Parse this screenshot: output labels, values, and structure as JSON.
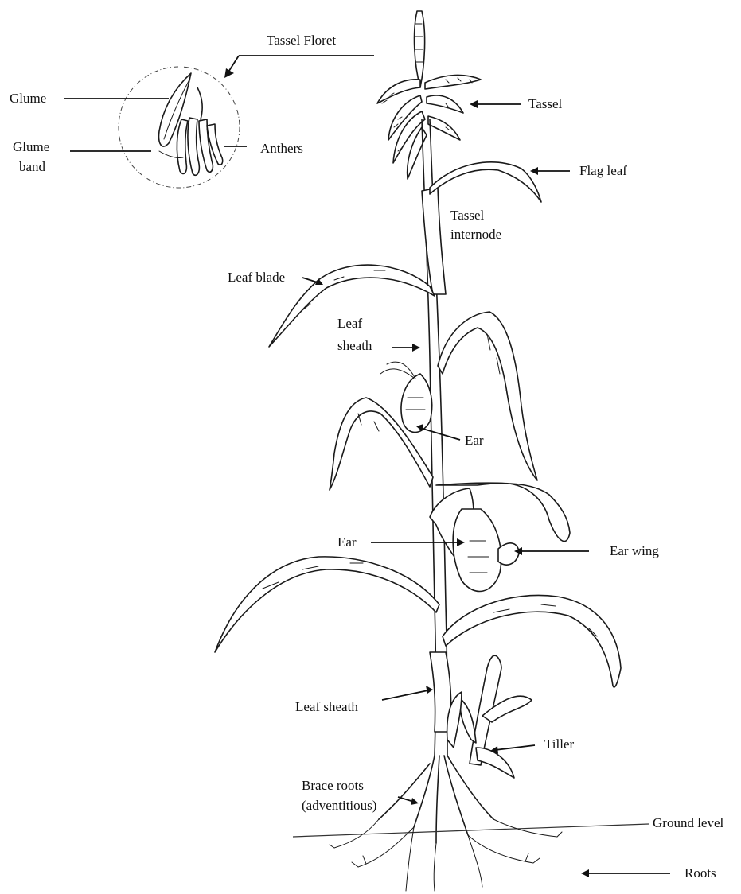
{
  "labels": {
    "tassel_floret": "Tassel Floret",
    "glume": "Glume",
    "glume_band_line1": "Glume",
    "glume_band_line2": "band",
    "anthers": "Anthers",
    "tassel": "Tassel",
    "flag_leaf": "Flag leaf",
    "tassel_internode_line1": "Tassel",
    "tassel_internode_line2": "internode",
    "leaf_blade": "Leaf blade",
    "leaf_sheath_upper_line1": "Leaf",
    "leaf_sheath_upper_line2": "sheath",
    "ear_upper": "Ear",
    "ear_lower": "Ear",
    "ear_wing": "Ear wing",
    "leaf_sheath_lower": "Leaf sheath",
    "tiller": "Tiller",
    "brace_roots_line1": "Brace roots",
    "brace_roots_line2": "(adventitious)",
    "ground_level": "Ground level",
    "roots": "Roots"
  },
  "colors": {
    "ink": "#1a1a1a",
    "background": "#ffffff"
  }
}
